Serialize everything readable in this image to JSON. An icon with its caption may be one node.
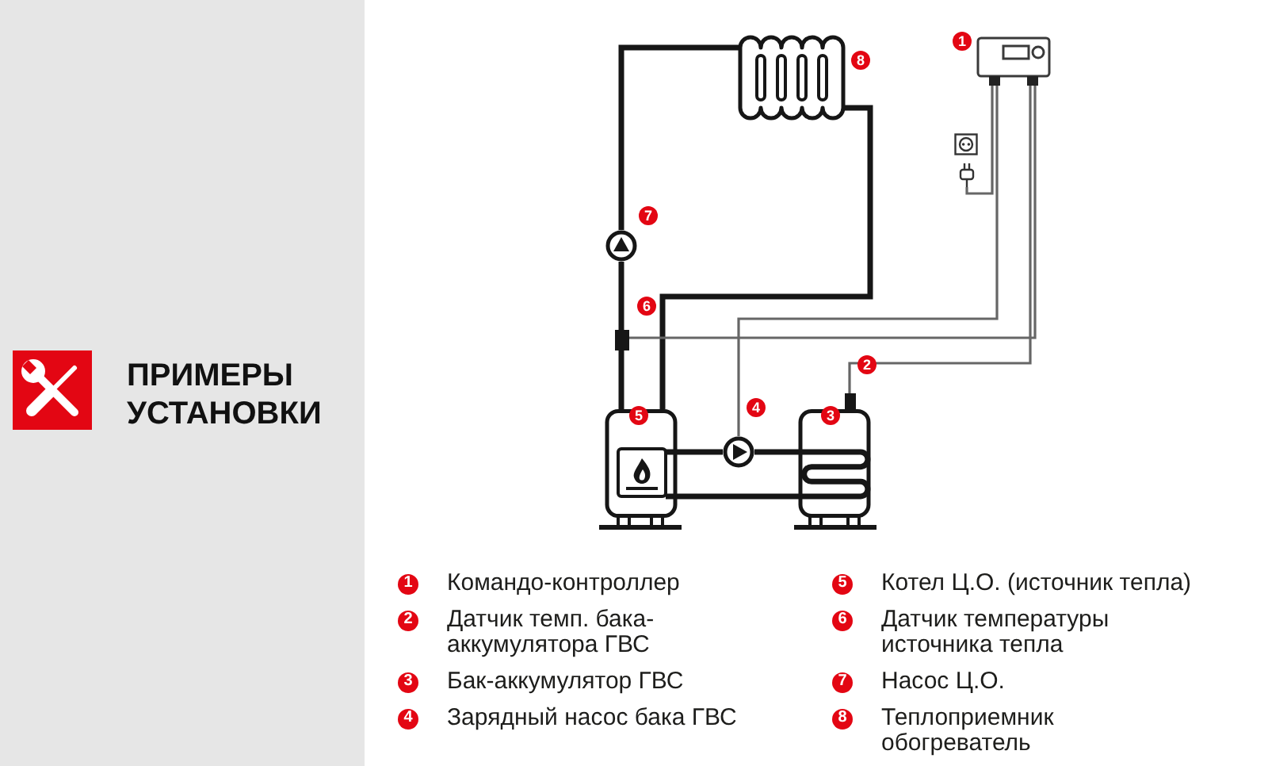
{
  "diagram": {
    "title": "ПРИМЕРЫ УСТАНОВКИ",
    "nodes": [
      {
        "text": [],
        "shape": "picture",
        "beside": [
          "1"
        ]
      },
      {
        "text": [],
        "shape": "picture",
        "beside": [
          "8"
        ]
      },
      {
        "text": [],
        "shape": "picture"
      },
      {
        "text": [],
        "shape": "picture",
        "beside": [
          "7"
        ]
      },
      {
        "text": [],
        "shape": "box",
        "beside": [
          "6"
        ]
      },
      {
        "text": [],
        "shape": "box",
        "beside": [
          "2"
        ]
      },
      {
        "text": [],
        "shape": "picture",
        "beside": [
          "4"
        ]
      },
      {
        "text": [
          "5"
        ]
      },
      {
        "text": [
          "3"
        ]
      }
    ],
    "edges": [
      {
        "from": 7,
        "to": 4,
        "arrow": "none"
      },
      {
        "from": 4,
        "to": 3,
        "arrow": "none"
      },
      {
        "from": 3,
        "to": 1,
        "arrow": "none"
      },
      {
        "from": 1,
        "to": 7,
        "arrow": "none"
      },
      {
        "from": 7,
        "to": 6,
        "arrow": "none"
      },
      {
        "from": 6,
        "to": 8,
        "arrow": "none"
      },
      {
        "from": 8,
        "to": 7,
        "arrow": "none"
      },
      {
        "from": 0,
        "to": 2,
        "arrow": "none",
        "color": "#666666"
      },
      {
        "from": 0,
        "to": 6,
        "arrow": "none",
        "color": "#666666"
      },
      {
        "from": 0,
        "to": 4,
        "arrow": "none",
        "color": "#666666"
      },
      {
        "from": 0,
        "to": 5,
        "arrow": "none",
        "color": "#666666"
      }
    ],
    "labels": [
      "1",
      "Командо-контроллер",
      "2",
      "Датчик темп. бака-аккумулятора ГВС",
      "3",
      "Бак-аккумулятор ГВС",
      "4",
      "Зарядный насос бака ГВС",
      "5",
      "Котел Ц.О. (источник тепла)",
      "6",
      "Датчик температуры источника тепла",
      "7",
      "Насос Ц.О.",
      "8",
      "Теплоприемник обогреватель"
    ]
  }
}
